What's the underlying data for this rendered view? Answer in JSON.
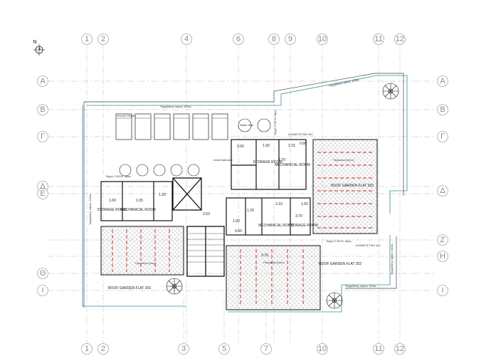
{
  "north": {
    "label": "N"
  },
  "grid_columns": [
    "1",
    "2",
    "4",
    "6",
    "8",
    "9",
    "10",
    "11",
    "12",
    "3",
    "5",
    "7"
  ],
  "grid_rows": [
    "A",
    "B",
    "Γ",
    "Δ",
    "E",
    "Z",
    "H",
    "Θ",
    "I"
  ],
  "rooms": {
    "storage_1": "STORAGE ROOM",
    "mechanical_1": "MECHANICAL ROOM",
    "storage_2": "STORAGE ROOM",
    "mechanical_2": "MECHANICAL ROOM",
    "storage_3": "STORAGE ROOM",
    "mechanical_3": "MECHANICAL ROOM",
    "roof_203_left": "ROOF GARDEN FLAT 203",
    "roof_203_right": "ROOF GARDEN FLAT 203",
    "roof_202": "ROOF GARDEN FLAT 202"
  },
  "dimensions": {
    "d1": "1.60",
    "d2": "1.65",
    "d3": "1.20",
    "d4": "2.63",
    "d5": "1.50",
    "d6": "2.15",
    "d7": "2.10",
    "d8": "1.50",
    "d9": "1.20",
    "d10": "0.60",
    "d11": "3.70",
    "d12": "3.70",
    "d13": "3.70",
    "d14": "1.00",
    "d15": "0.60",
    "d16": "0.60"
  },
  "labels": {
    "wall_top": "Τοιχοβάτης ύψους 110εκ.",
    "wall_angled": "Τοιχοβάτης ύψους 110εκ.",
    "wall_left": "Τοιχοβάτης ύψους 110εκ.",
    "wall_right": "Τοιχοβάτης ύψους 110εκ.",
    "wall_bottom": "Τοιχοβάτης ύψους 110εκ.",
    "wall_200_left": "Τοίχος 2.00 Μ. ύψος",
    "wall_200_top": "Τοίχος 2.00 Μ. ύψος",
    "wall_200_mid": "Τοίχος 2.00 Μ. ύψος",
    "pergola_1": "Πέργκολα ξύλινη",
    "pergola_2": "Πέργκολα ξύλινη",
    "pergola_3": "Πέργκολα ξύλινη",
    "ac_1": "ΚΛΙΜΑΤΙΣΤΙΚΟ A/C",
    "ac_2": "ΚΛΙΜΑΤΙΣΤΙΚΟ A/C",
    "metal_staircase": "metal staircase",
    "solar_panel": "SOLAR PANEL",
    "water_tank": "Water tank"
  }
}
